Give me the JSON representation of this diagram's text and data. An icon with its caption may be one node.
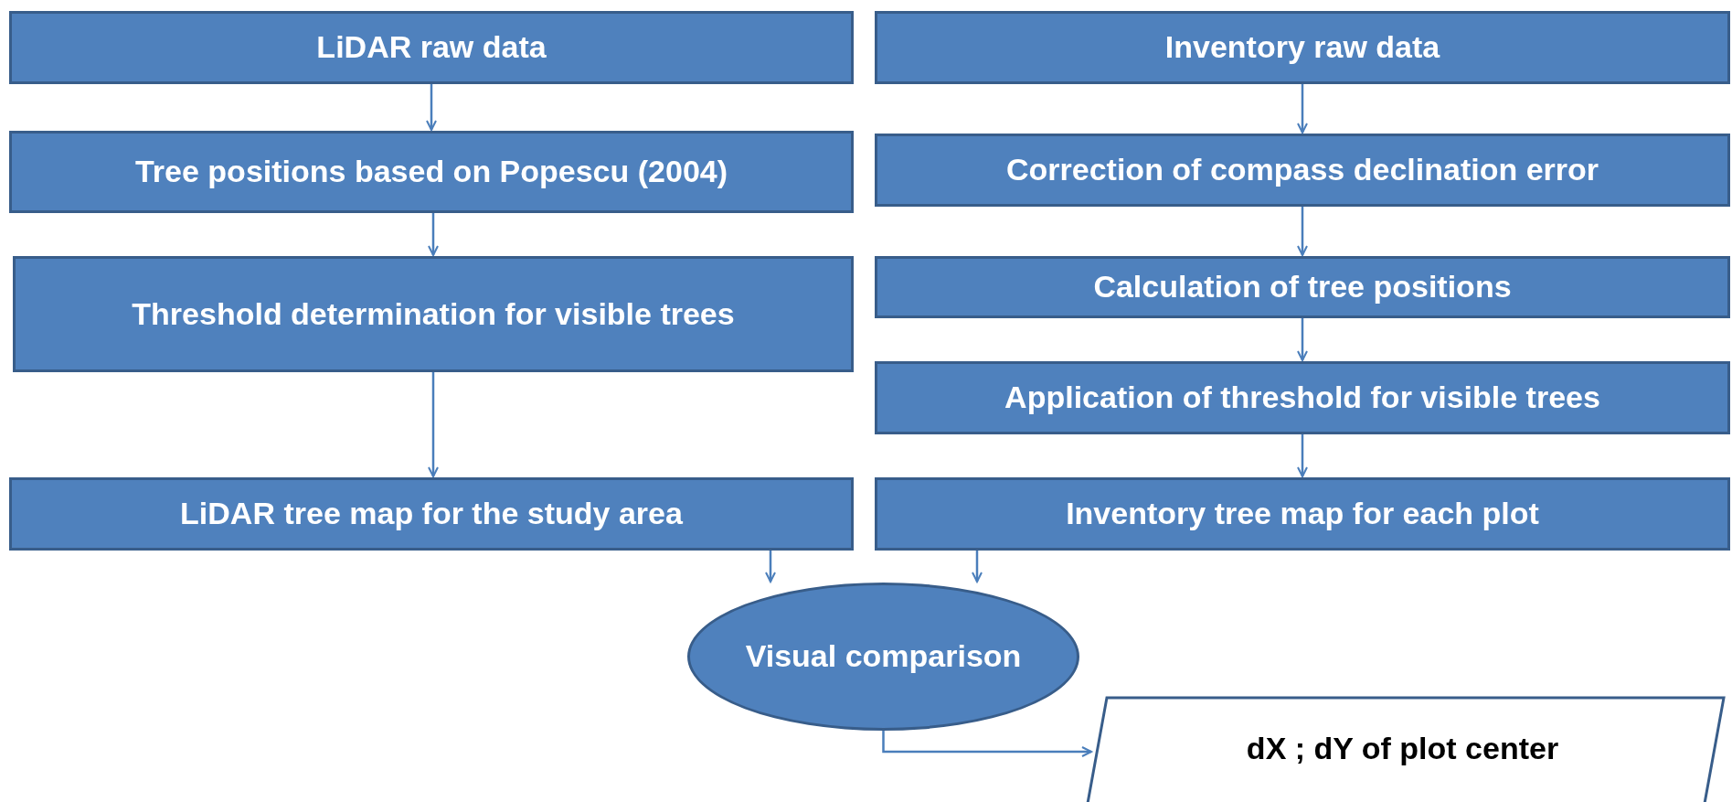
{
  "diagram": {
    "nodes": [
      {
        "text": [
          "LiDAR raw data"
        ]
      },
      {
        "text": [
          "Tree positions based on Popescu (2004)"
        ]
      },
      {
        "text": [
          "Threshold determination for visible trees"
        ]
      },
      {
        "text": [
          "LiDAR tree map for the study area"
        ]
      },
      {
        "text": [
          "Inventory raw data"
        ]
      },
      {
        "text": [
          "Correction of compass declination error"
        ]
      },
      {
        "text": [
          "Calculation of tree positions"
        ]
      },
      {
        "text": [
          "Application of threshold for visible trees"
        ]
      },
      {
        "text": [
          "Inventory tree map for each plot"
        ]
      },
      {
        "text": [
          "Visual comparison"
        ]
      },
      {
        "text": [
          "dX ; dY of plot center"
        ]
      }
    ],
    "edges": [
      {
        "from": 0,
        "to": 1,
        "arrow": "to"
      },
      {
        "from": 1,
        "to": 2,
        "arrow": "to"
      },
      {
        "from": 2,
        "to": 3,
        "arrow": "to"
      },
      {
        "from": 3,
        "to": 9,
        "arrow": "to"
      },
      {
        "from": 4,
        "to": 5,
        "arrow": "to"
      },
      {
        "from": 5,
        "to": 6,
        "arrow": "to"
      },
      {
        "from": 6,
        "to": 7,
        "arrow": "to"
      },
      {
        "from": 7,
        "to": 8,
        "arrow": "to"
      },
      {
        "from": 8,
        "to": 9,
        "arrow": "to"
      },
      {
        "from": 9,
        "to": 10,
        "arrow": "to"
      }
    ]
  }
}
